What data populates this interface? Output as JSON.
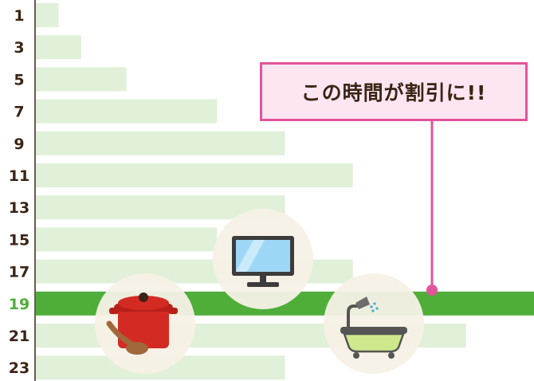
{
  "chart_data": {
    "type": "bar",
    "orientation": "horizontal",
    "categories": [
      "1",
      "3",
      "5",
      "7",
      "9",
      "11",
      "13",
      "15",
      "17",
      "19",
      "21",
      "23"
    ],
    "values": [
      1,
      2,
      4,
      8,
      11,
      14,
      11,
      8,
      14,
      22,
      19,
      11
    ],
    "highlight_category": "19",
    "xlim": [
      0,
      22
    ],
    "grid": false,
    "annotation": "この時間が割引に!!",
    "colors": {
      "bar": "#e1f0d9",
      "highlight_bar": "#4fae3a",
      "axis_label": "#3a2414",
      "highlight_label": "#4fae3a",
      "callout_border": "#e2549b",
      "callout_fill": "#fde6f1",
      "icon_bg": "#f6f1e6"
    },
    "icons": [
      "pot-icon",
      "monitor-icon",
      "bathtub-icon"
    ]
  }
}
